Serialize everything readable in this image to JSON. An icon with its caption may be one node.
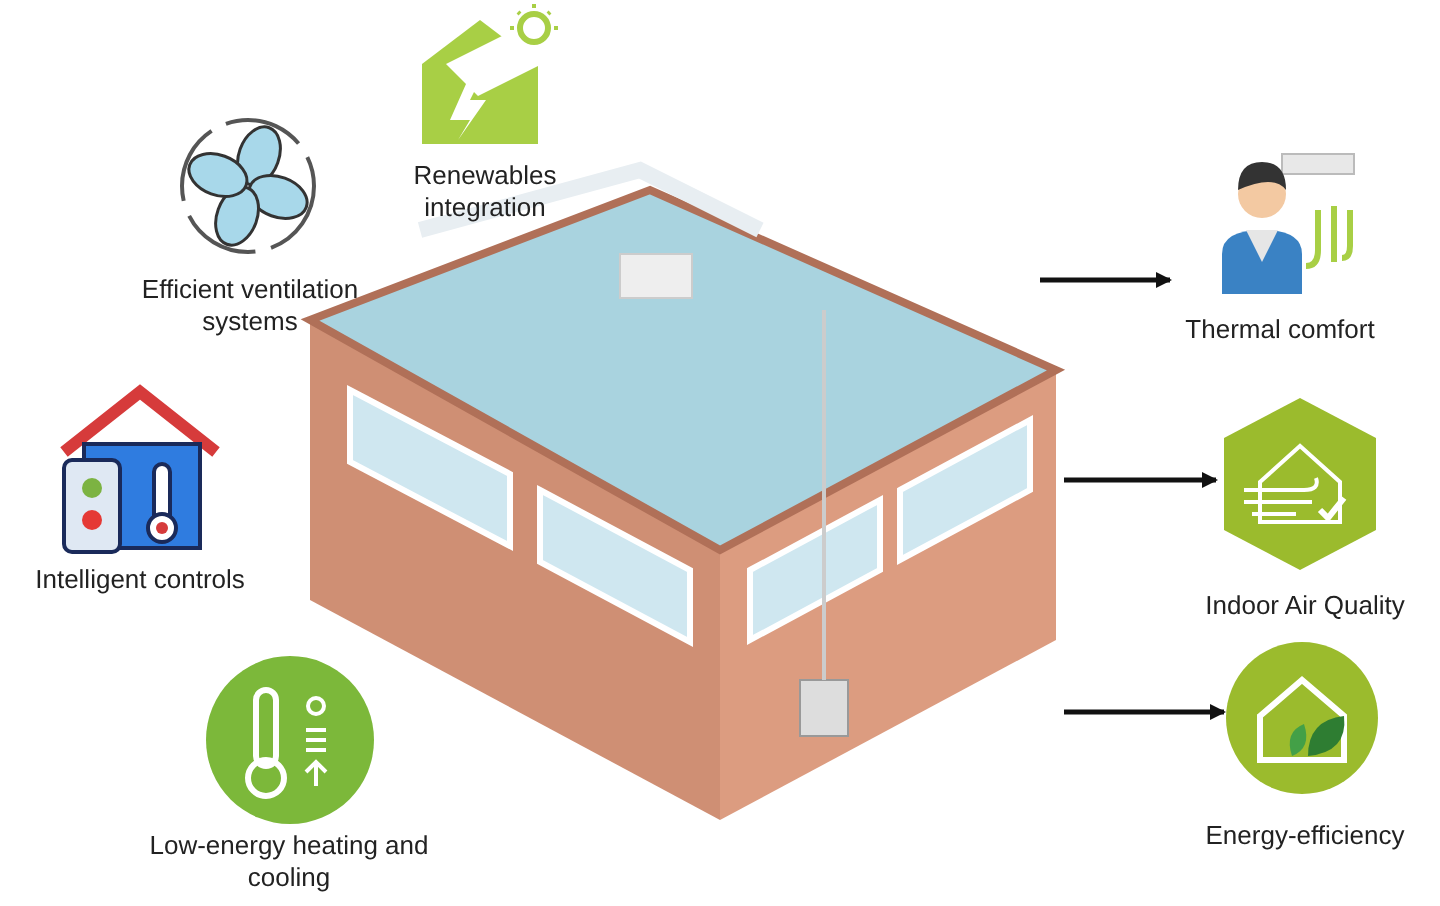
{
  "diagram": {
    "nodes": [
      {
        "text": [
          "Renewables integration"
        ]
      },
      {
        "text": [
          "Efficient ventilation systems"
        ]
      },
      {
        "text": [
          "Intelligent controls"
        ]
      },
      {
        "text": [
          "Low-energy heating and cooling"
        ]
      },
      {
        "text": [],
        "shape": "picture"
      },
      {
        "text": [
          "Thermal comfort"
        ]
      },
      {
        "text": [
          "Indoor Air Quality"
        ]
      },
      {
        "text": [
          "Energy-efficiency"
        ]
      }
    ],
    "edges": [
      {
        "from": 4,
        "to": 5,
        "arrow": "to"
      },
      {
        "from": 4,
        "to": 6,
        "arrow": "to"
      },
      {
        "from": 4,
        "to": 7,
        "arrow": "to"
      }
    ]
  }
}
